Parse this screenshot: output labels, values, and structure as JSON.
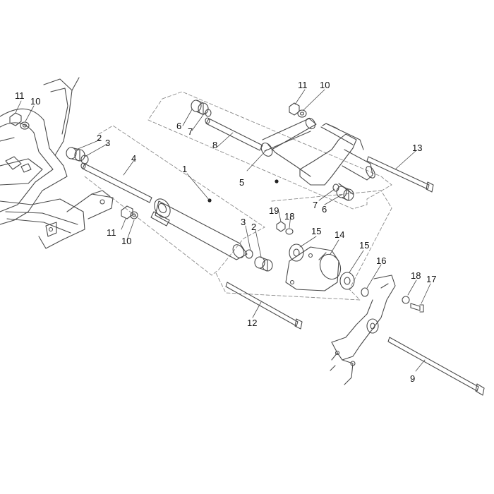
{
  "diagram": {
    "callouts": [
      "1",
      "2",
      "3",
      "4",
      "5",
      "6",
      "7",
      "8",
      "9",
      "10",
      "11",
      "12",
      "13",
      "14",
      "15",
      "16",
      "17",
      "18",
      "19"
    ],
    "labels": [
      {
        "text": "11",
        "part": "flange-nut"
      },
      {
        "text": "10",
        "part": "washer"
      },
      {
        "text": "2",
        "part": "silent-block"
      },
      {
        "text": "3",
        "part": "ring"
      },
      {
        "text": "4",
        "part": "pin"
      },
      {
        "text": "1",
        "part": "swing-arm-assembly"
      },
      {
        "text": "6",
        "part": "bushing"
      },
      {
        "text": "7",
        "part": "ring"
      },
      {
        "text": "8",
        "part": "pin"
      },
      {
        "text": "5",
        "part": "linkage-assembly"
      },
      {
        "text": "11",
        "part": "flange-nut"
      },
      {
        "text": "10",
        "part": "washer"
      },
      {
        "text": "13",
        "part": "bolt"
      },
      {
        "text": "7",
        "part": "ring"
      },
      {
        "text": "6",
        "part": "bushing"
      },
      {
        "text": "19",
        "part": "nut"
      },
      {
        "text": "18",
        "part": "washer"
      },
      {
        "text": "15",
        "part": "silent-block"
      },
      {
        "text": "14",
        "part": "bracket"
      },
      {
        "text": "11",
        "part": "flange-nut"
      },
      {
        "text": "10",
        "part": "washer"
      },
      {
        "text": "3",
        "part": "ring"
      },
      {
        "text": "2",
        "part": "silent-block"
      },
      {
        "text": "15",
        "part": "silent-block"
      },
      {
        "text": "16",
        "part": "clip"
      },
      {
        "text": "18",
        "part": "washer"
      },
      {
        "text": "17",
        "part": "screw"
      },
      {
        "text": "12",
        "part": "bolt"
      },
      {
        "text": "9",
        "part": "bolt"
      }
    ],
    "colors": {
      "line": "#4a4a4a",
      "dash": "#8a8a8a",
      "text": "#111111",
      "background": "#ffffff"
    }
  }
}
